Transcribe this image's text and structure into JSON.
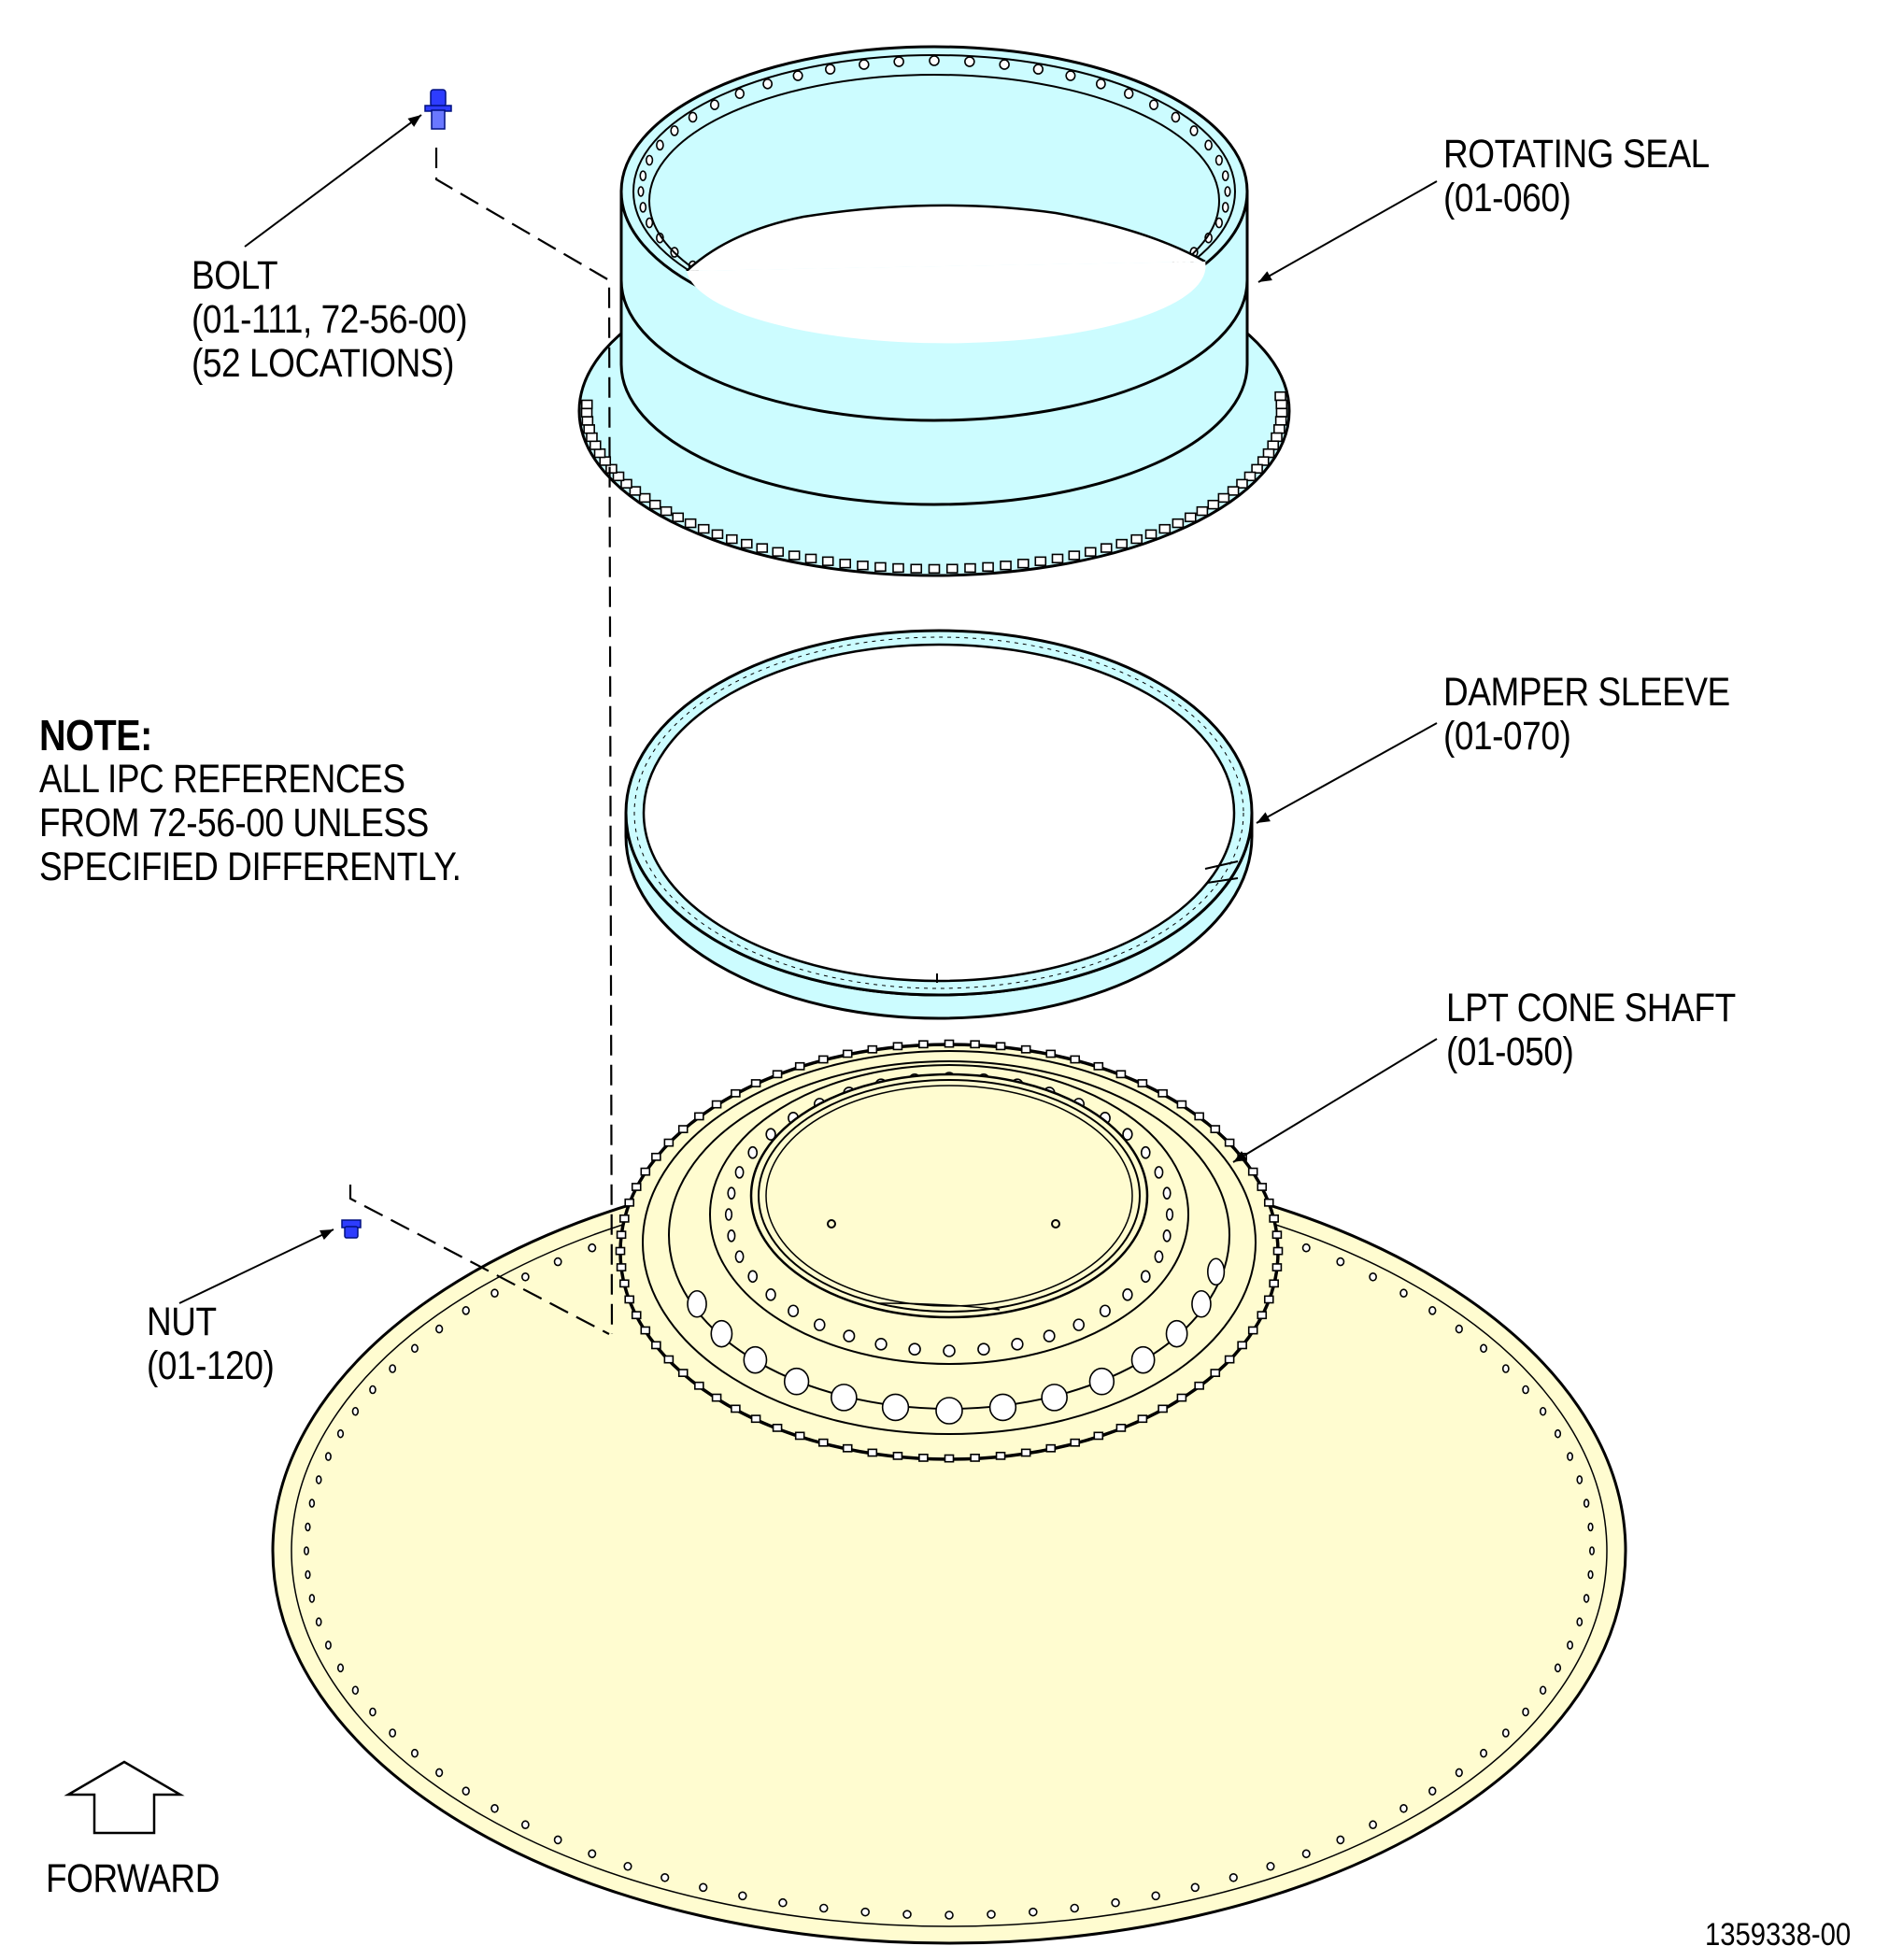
{
  "labels": {
    "rotating_seal": {
      "name": "ROTATING SEAL",
      "ref": "(01-060)"
    },
    "damper_sleeve": {
      "name": "DAMPER SLEEVE",
      "ref": "(01-070)"
    },
    "lpt_cone_shaft": {
      "name": "LPT CONE SHAFT",
      "ref": "(01-050)"
    },
    "bolt": {
      "name": "BOLT",
      "ref": "(01-111, 72-56-00)",
      "qty": "(52 LOCATIONS)"
    },
    "nut": {
      "name": "NUT",
      "ref": "(01-120)"
    }
  },
  "note": {
    "title": "NOTE:",
    "lines": [
      "ALL IPC REFERENCES",
      "FROM 72-56-00 UNLESS",
      "SPECIFIED DIFFERENTLY."
    ]
  },
  "forward_label": "FORWARD",
  "figure_number": "1359338-00",
  "colors": {
    "seal_fill": "#ccfcff",
    "cone_fill": "#fffcd0",
    "hardware_blue": "#2d3cff",
    "line": "#000000"
  }
}
